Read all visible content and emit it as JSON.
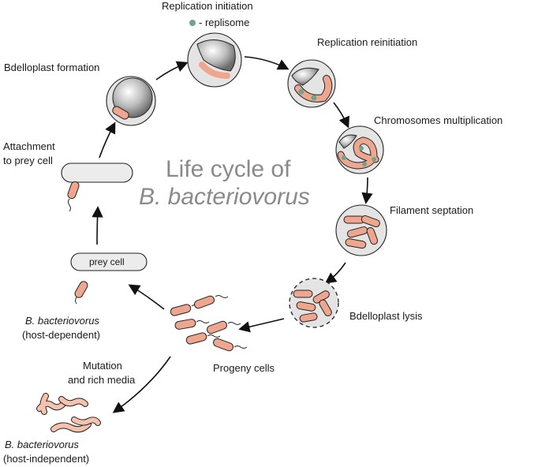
{
  "title": {
    "line1": "Life cycle of",
    "line2": "B. bacteriovorus"
  },
  "stages": {
    "replication_initiation": "Replication initiation",
    "replisome_legend": "- replisome",
    "replication_reinitiation": "Replication reinitiation",
    "chromosomes_multiplication": "Chromosomes multiplication",
    "filament_septation": "Filament septation",
    "bdelloplast_lysis": "Bdelloplast lysis",
    "progeny_cells": "Progeny cells",
    "bdelloplast_formation": "Bdelloplast formation",
    "attachment_line1": "Attachment",
    "attachment_line2": "to prey cell",
    "prey_cell": "prey cell",
    "host_dependent_name": "B. bacteriovorus",
    "host_dependent_note": "(host-dependent)",
    "mutation_line1": "Mutation",
    "mutation_line2": "and rich media",
    "host_independent_name": "B. bacteriovorus",
    "host_independent_note": "(host-independent)"
  },
  "colors": {
    "bacterium": "#eea78e",
    "replisome": "#6fa38d",
    "prey_fill": "#ececec",
    "bdelloplast_fill": "#e4e4e4",
    "title": "#8a8a8a"
  }
}
